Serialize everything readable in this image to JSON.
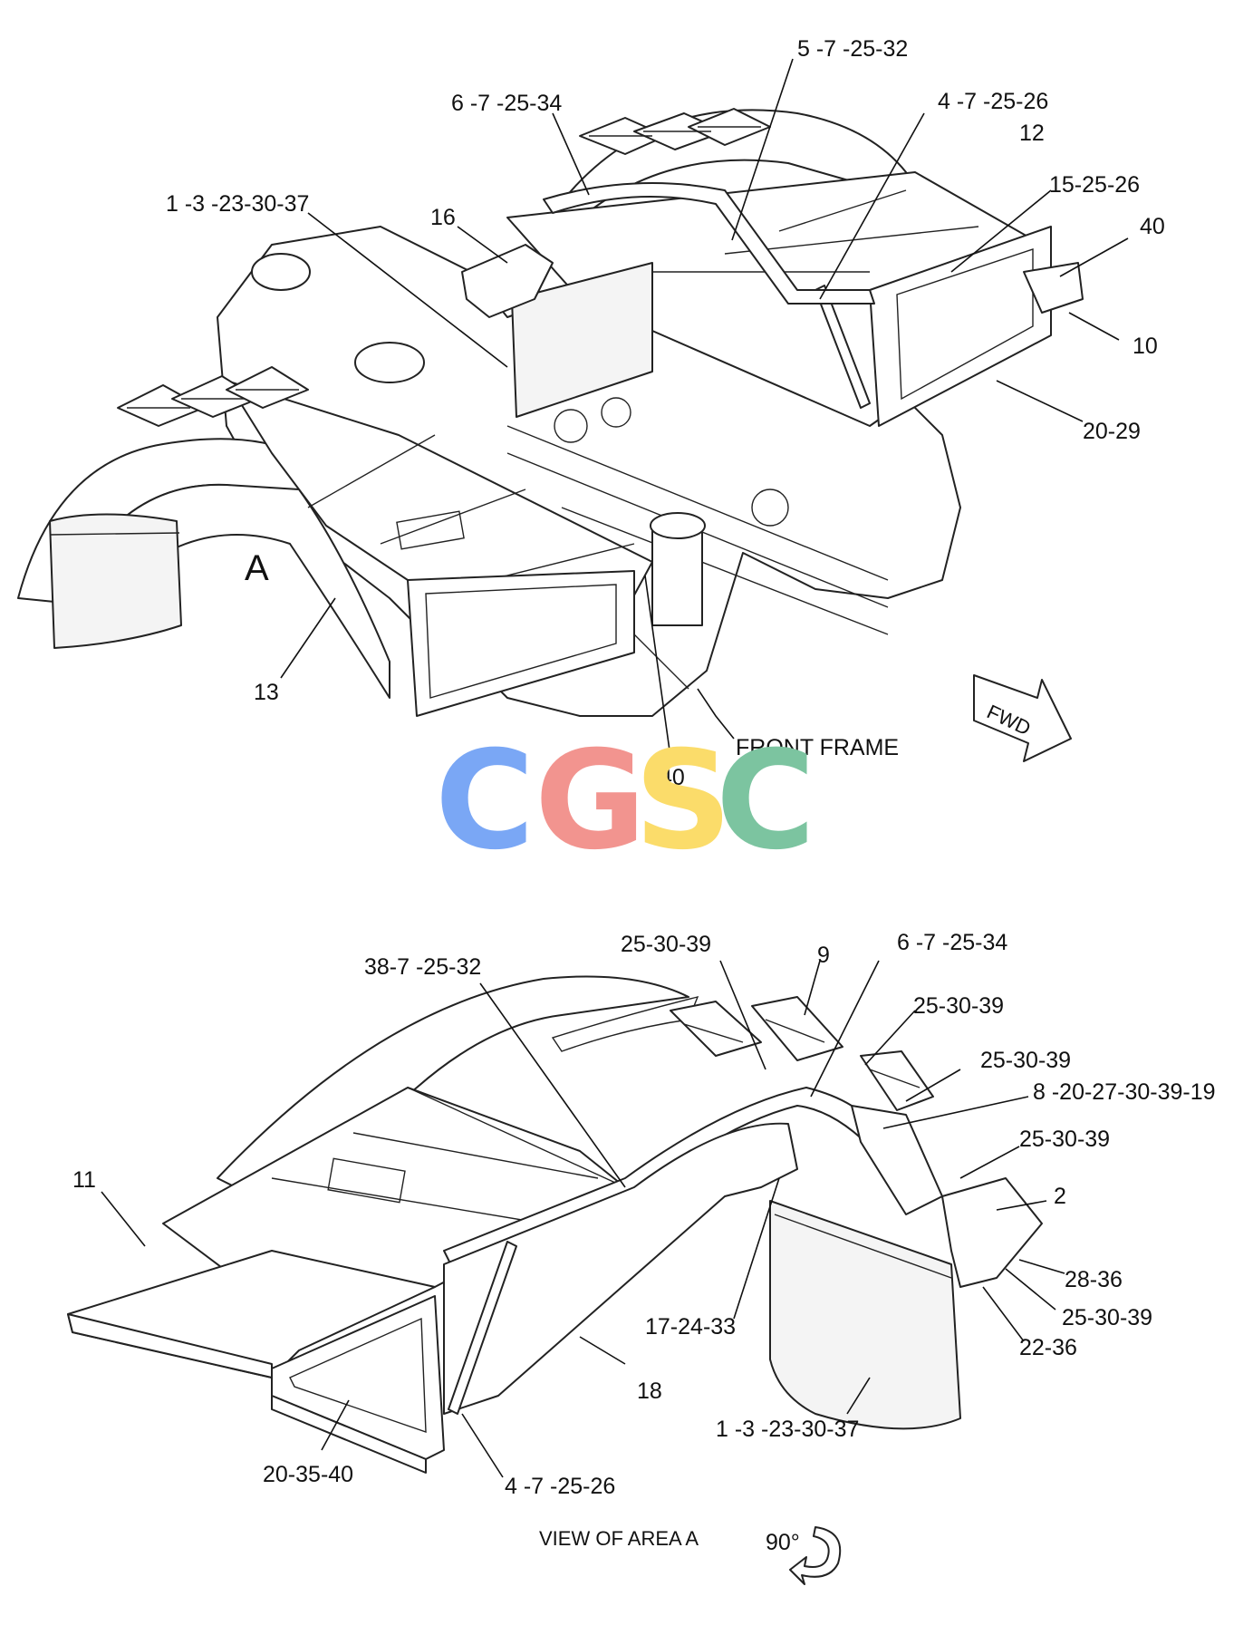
{
  "colors": {
    "logo_c1": "#7aa7f5",
    "logo_g": "#f2948f",
    "logo_s": "#fbdc6a",
    "logo_c2": "#7cc4a0",
    "line": "#222222",
    "background": "#ffffff"
  },
  "logo": {
    "letters": [
      "C",
      "G",
      "S",
      "C"
    ]
  },
  "top_view": {
    "area_marker": "A",
    "direction_arrow": "FWD",
    "labels": {
      "l_5_7_25_32": "5 -7 -25-32",
      "l_6_7_25_34": "6 -7 -25-34",
      "l_4_7_25_26": "4 -7 -25-26",
      "l_12": "12",
      "l_15_25_26": "15-25-26",
      "l_40_right": "40",
      "l_1_3_23_30_37": "1 -3 -23-30-37",
      "l_16": "16",
      "l_10": "10",
      "l_20_29": "20-29",
      "l_13": "13",
      "l_front_frame": "FRONT FRAME",
      "l_40_bottom": "40"
    }
  },
  "bottom_view": {
    "caption": "VIEW OF AREA  A",
    "rotation": "90°",
    "labels": {
      "l_25_30_39_a": "25-30-39",
      "l_9": "9",
      "l_6_7_25_34": "6 -7 -25-34",
      "l_38_7_25_32": "38-7 -25-32",
      "l_25_30_39_b": "25-30-39",
      "l_25_30_39_c": "25-30-39",
      "l_8_20_27_30_39_19": "8 -20-27-30-39-19",
      "l_25_30_39_d": "25-30-39",
      "l_11": "11",
      "l_2": "2",
      "l_28_36": "28-36",
      "l_25_30_39_e": "25-30-39",
      "l_17_24_33": "17-24-33",
      "l_22_36": "22-36",
      "l_18": "18",
      "l_1_3_23_30_37": "1 -3 -23-30-37",
      "l_20_35_40": "20-35-40",
      "l_4_7_25_26": "4 -7 -25-26"
    }
  }
}
